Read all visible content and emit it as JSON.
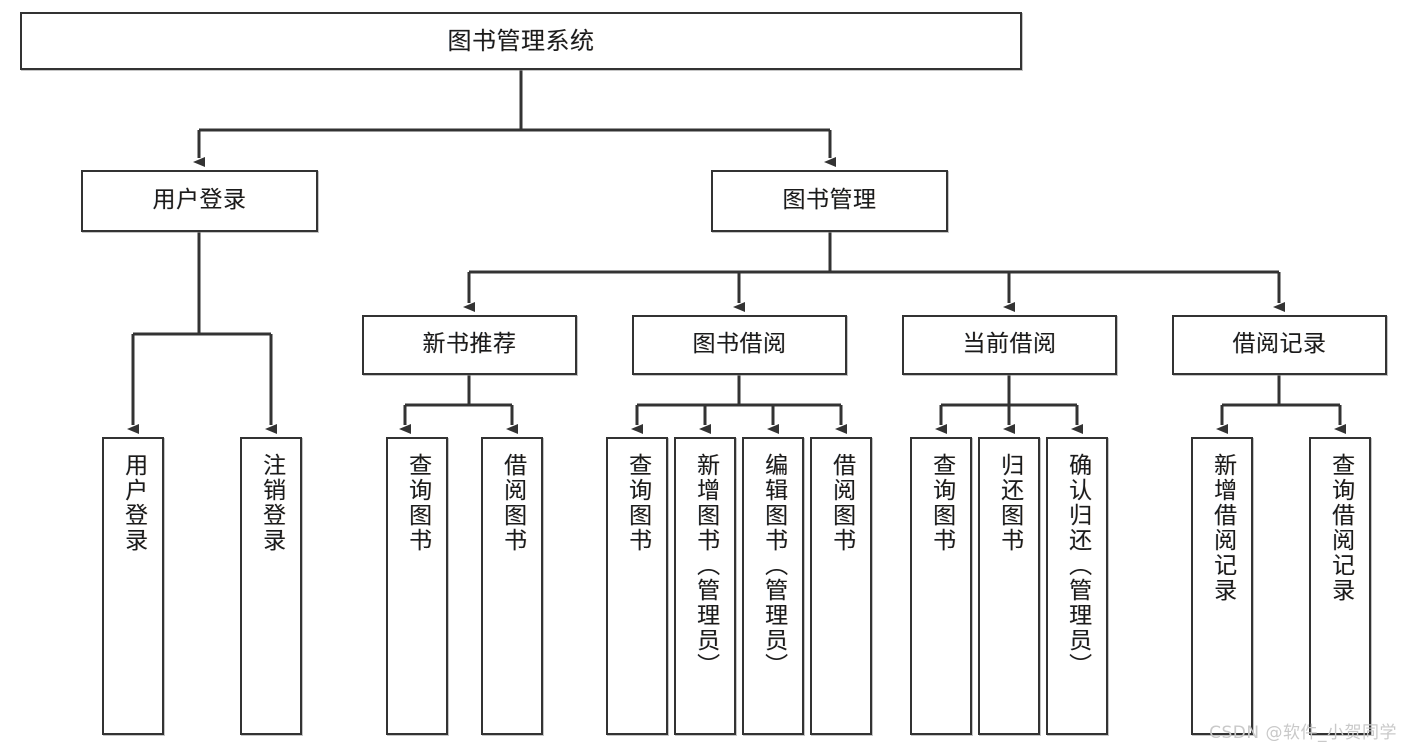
{
  "diagram": {
    "title": "图书管理系统",
    "type": "tree-structure-chart",
    "colors": {
      "box_border": "#333333",
      "box_fill": "#ffffff",
      "text": "#1b1b1b",
      "watermark": "#c9c9c9"
    },
    "root": {
      "label": "图书管理系统"
    },
    "level2": [
      {
        "id": "user-login",
        "label": "用户登录"
      },
      {
        "id": "book-management",
        "label": "图书管理"
      }
    ],
    "level3": [
      {
        "id": "new-book-recommend",
        "label": "新书推荐"
      },
      {
        "id": "book-borrow",
        "label": "图书借阅"
      },
      {
        "id": "current-borrow",
        "label": "当前借阅"
      },
      {
        "id": "borrow-record",
        "label": "借阅记录"
      }
    ],
    "leaves": {
      "user-login": [
        {
          "id": "leaf-user-login",
          "label": "用户登录"
        },
        {
          "id": "leaf-logout-login",
          "label": "注销登录"
        }
      ],
      "new-book-recommend": [
        {
          "id": "leaf-query-book-1",
          "label": "查询图书"
        },
        {
          "id": "leaf-borrow-book-1",
          "label": "借阅图书"
        }
      ],
      "book-borrow": [
        {
          "id": "leaf-query-book-2",
          "label": "查询图书"
        },
        {
          "id": "leaf-add-book",
          "label": "新增图书（管理员）"
        },
        {
          "id": "leaf-edit-book",
          "label": "编辑图书（管理员）"
        },
        {
          "id": "leaf-borrow-book-2",
          "label": "借阅图书"
        }
      ],
      "current-borrow": [
        {
          "id": "leaf-query-book-3",
          "label": "查询图书"
        },
        {
          "id": "leaf-return-book",
          "label": "归还图书"
        },
        {
          "id": "leaf-confirm-return",
          "label": "确认归还（管理员）"
        }
      ],
      "borrow-record": [
        {
          "id": "leaf-add-record",
          "label": "新增借阅记录"
        },
        {
          "id": "leaf-query-record",
          "label": "查询借阅记录"
        }
      ]
    },
    "watermark": "CSDN @软件_小贺同学"
  }
}
